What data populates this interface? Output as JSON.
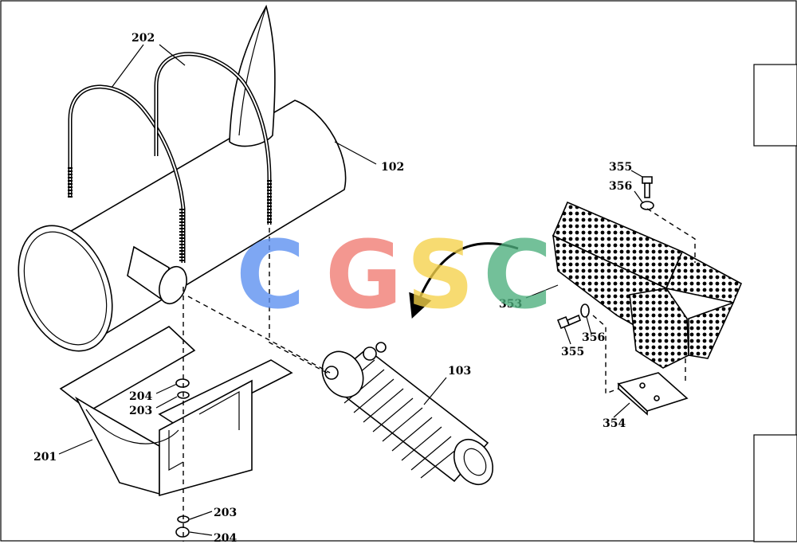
{
  "labels": {
    "l202": "202",
    "l102": "102",
    "l355a": "355",
    "l356a": "356",
    "l353": "353",
    "l355b": "355",
    "l356b": "356",
    "l354": "354",
    "l103": "103",
    "l204a": "204",
    "l203a": "203",
    "l201": "201",
    "l203b": "203",
    "l204b": "204"
  },
  "watermark": {
    "letters": [
      "C",
      "G",
      "S",
      "C"
    ],
    "colors": [
      "#5b8ff0",
      "#f07a72",
      "#f5d24a",
      "#4caf7d"
    ]
  }
}
